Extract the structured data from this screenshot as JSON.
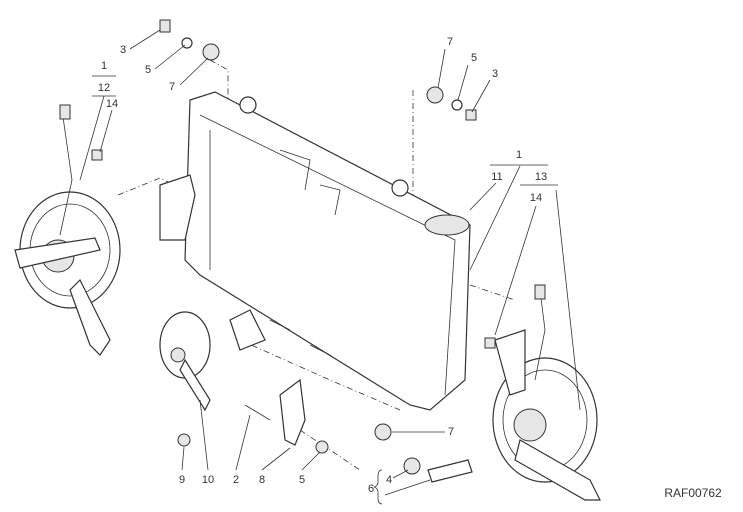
{
  "diagram": {
    "drawing_code": "RAF00762",
    "callouts": [
      "3",
      "5",
      "7",
      "1",
      "12",
      "14",
      "7",
      "5",
      "3",
      "1",
      "11",
      "13",
      "14",
      "7",
      "9",
      "10",
      "2",
      "8",
      "5",
      "6",
      "4"
    ]
  }
}
